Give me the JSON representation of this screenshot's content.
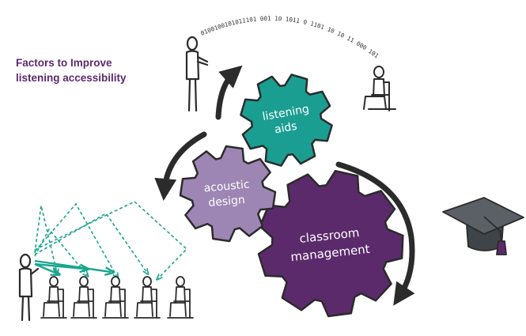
{
  "heading": {
    "line1": "Factors to Improve",
    "line2": "listening accessibility"
  },
  "gears": {
    "listening_aids": {
      "line1": "listening",
      "line2": "aids",
      "color": "#1b9e92"
    },
    "acoustic_design": {
      "line1": "acoustic",
      "line2": "design",
      "color": "#9d86b4"
    },
    "classroom_management": {
      "line1": "classroom",
      "line2": "management",
      "color": "#5b2a6b"
    }
  },
  "binary_stream": "0100100101011101 001 10 1011 0 1101 10 10 11 000 1010",
  "colors": {
    "title": "#5c2a6e",
    "arrows": "#2b2b2b",
    "sound_lines": "#1aa58f",
    "cap": "#555a60",
    "tassel": "#5b2a6b"
  },
  "icons": [
    "speaker-figure",
    "listener-figure",
    "teacher-figure",
    "student-figure",
    "graduation-cap-icon"
  ]
}
